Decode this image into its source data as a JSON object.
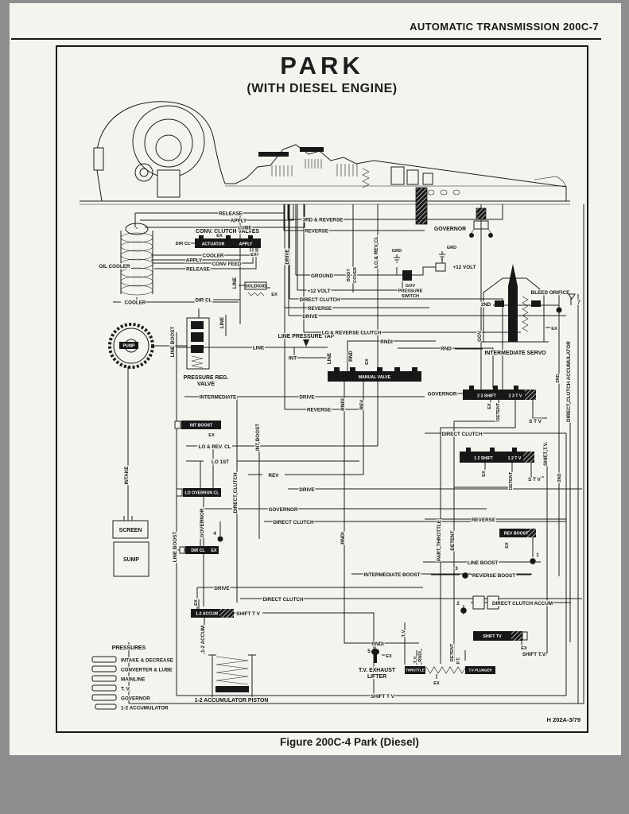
{
  "colors": {
    "ink": "#181818",
    "paper": "#f4f3ee",
    "scan_bg": "#8e8e8e"
  },
  "header": {
    "page_title": "AUTOMATIC TRANSMISSION  200C-7"
  },
  "figure": {
    "title": "PARK",
    "subtitle": "(WITH DIESEL ENGINE)",
    "caption": "Figure 200C-4 Park (Diesel)",
    "code": "H 202A-3/79"
  },
  "legend": {
    "title": "PRESSURES",
    "items": [
      "INTAKE & DECREASE",
      "CONVERTER & LUBE",
      "MAINLINE",
      "T. V.",
      "GOVERNOR",
      "1-2 ACCUMULATOR"
    ]
  },
  "labels": {
    "release": "RELEASE",
    "apply": "APPLY",
    "lube": "LUBE",
    "conv_clutch_valves": "CONV. CLUTCH VALVES",
    "ex": "EX",
    "dir_cl": "DIR CL",
    "actuator": "ACTUATOR",
    "cooler": "COOLER",
    "conv_feed": "CONV FEED",
    "oil_cooler": "OIL COOLER",
    "line": "LINE",
    "solenoid": "SOLENOID",
    "third_and_reverse": "3RD & REVERSE",
    "reverse": "REVERSE",
    "drive": "DRIVE",
    "lo_and_rev_cl_v": "LO & REV CL",
    "body": "BODY",
    "cover": "COVER",
    "ground": "GROUND",
    "twelve_volt": "+12 VOLT",
    "direct_clutch": "DIRECT CLUTCH",
    "grd": "GRD",
    "gov": "GOV",
    "pressure": "PRESSURE",
    "switch": "SWITCH",
    "governor": "GOVERNOR",
    "second": "2ND",
    "bleed_orifice": "BLEED ORIFICE",
    "intermediate_servo": "INTERMEDIATE SERVO",
    "rnd": "RND",
    "rndi": "RNDI",
    "line_boost": "LINE BOOST",
    "line_pressure_tap": "LINE PRESSURE TAP",
    "lo_and_reverse_clutch": "LO & REVERSE CLUTCH",
    "int": "INT",
    "pressure_reg": "PRESSURE REG.",
    "valve": "VALVE",
    "manual_valve": "MANUAL VALVE",
    "rev": "REV",
    "intermediate": "INTERMEDIATE",
    "shift_23": "2 3 SHIFT",
    "tv_23": "2 3 T V",
    "detent": "DETENT",
    "stv": "S T V",
    "shift_12": "1 2 SHIFT",
    "tv_12": "1 2 T V",
    "shift_tv": "SHIFT T.V.",
    "direct_clutch_accumulator": "DIRECT CLUTCH ACCUMULATOR",
    "int_boost": "INT BOOST",
    "lo_and_rev_cl": "LO & REV. CL",
    "lo_1st": "LO 1ST",
    "lo_overrun_cl": "LO OVERRUN CL",
    "intake": "INTAKE",
    "screen": "SCREEN",
    "sump": "SUMP",
    "pump": "PUMP",
    "rev_boost": "REV BOOST",
    "reverse_boost": "REVERSE BOOST",
    "intermediate_boost": "INTERMEDIATE BOOST",
    "direct_clutch_accum": "DIRECT CLUTCH ACCUM",
    "part_throttle": "PART THROTTLE",
    "pt": "P.T.",
    "tv": "T V",
    "one_two_accum": "1-2 ACCUM",
    "shift_t_v": "SHIFT T V",
    "tv_exhaust": "T.V. EXHAUST",
    "lifter": "LIFTER",
    "throttle": "THROTTLE",
    "tv_plunger": "T.V PLUNGER",
    "shift_tv_valve": "SHIFT TV",
    "one_two_accumulator_piston": "1-2 ACCUMULATOR PISTON",
    "n1": "1",
    "n2": "2",
    "n3": "3",
    "n4": "4",
    "n5": "5",
    "n7": "7"
  }
}
